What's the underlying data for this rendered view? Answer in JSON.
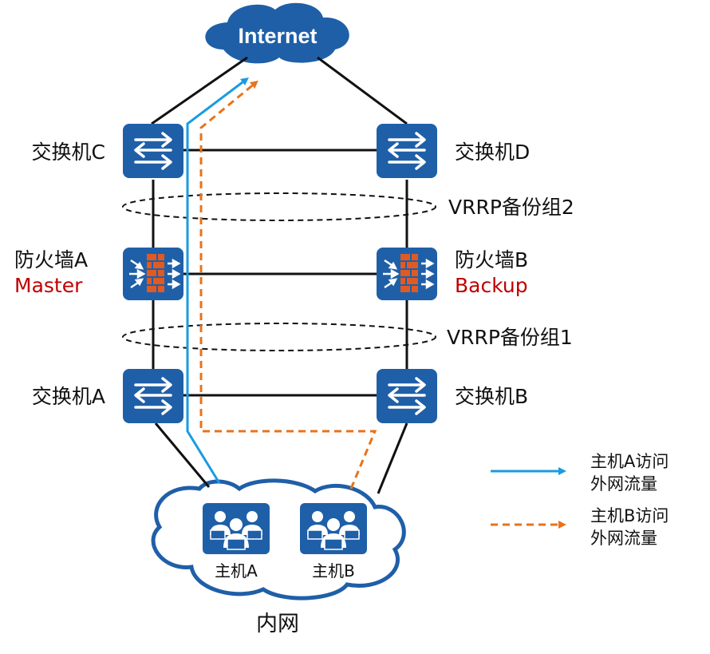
{
  "internet": {
    "label": "Internet"
  },
  "switches": {
    "c": {
      "label": "交换机C"
    },
    "d": {
      "label": "交换机D"
    },
    "a": {
      "label": "交换机A"
    },
    "b": {
      "label": "交换机B"
    }
  },
  "firewalls": {
    "a": {
      "label": "防火墙A",
      "role": "Master"
    },
    "b": {
      "label": "防火墙B",
      "role": "Backup"
    }
  },
  "vrrp_groups": {
    "group2": {
      "label": "VRRP备份组2"
    },
    "group1": {
      "label": "VRRP备份组1"
    }
  },
  "hosts": {
    "a": {
      "label": "主机A"
    },
    "b": {
      "label": "主机B"
    }
  },
  "intranet": {
    "label": "内网"
  },
  "legend": {
    "host_a_line1": "主机A访问",
    "host_a_line2": "外网流量",
    "host_b_line1": "主机B访问",
    "host_b_line2": "外网流量"
  },
  "colors": {
    "device_blue": "#1f5fa8",
    "cloud_blue": "#1f5fa8",
    "host_a_flow": "#1a9be0",
    "host_b_flow": "#e8731a",
    "role_red": "#c00000",
    "firewall_brick": "#e05a23"
  },
  "icons": {
    "switch": "switch-arrows-icon",
    "firewall": "firewall-icon",
    "host_group": "user-group-icon"
  }
}
